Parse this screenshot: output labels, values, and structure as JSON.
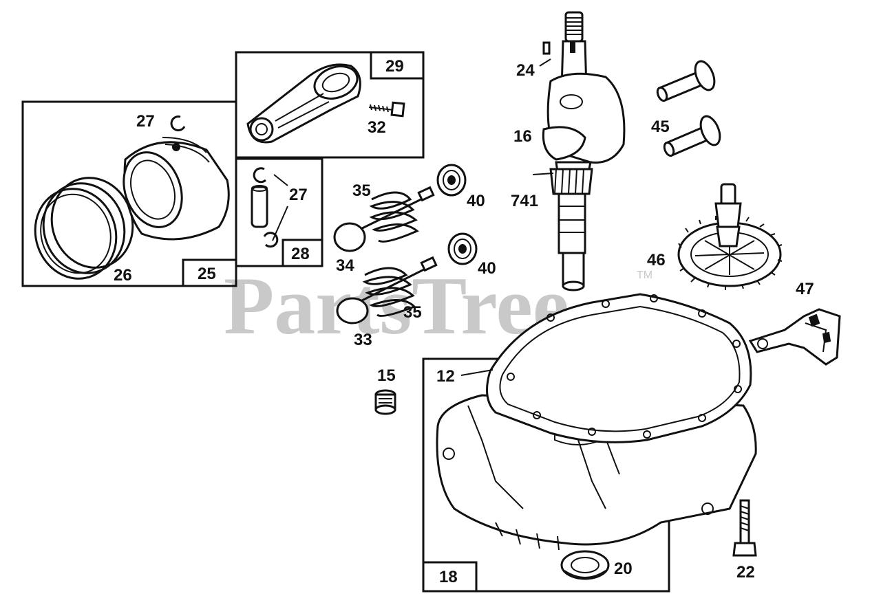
{
  "watermark": {
    "text": "PartsTree",
    "trademark": "TM"
  },
  "boxes": {
    "box_25": "25",
    "box_28": "28",
    "box_29": "29",
    "box_18": "18"
  },
  "callouts": {
    "p27a": "27",
    "p26": "26",
    "p32": "32",
    "p27b": "27",
    "p35a": "35",
    "p40a": "40",
    "p34": "34",
    "p40b": "40",
    "p35b": "35",
    "p33": "33",
    "p24": "24",
    "p16": "16",
    "p741": "741",
    "p45": "45",
    "p46": "46",
    "p47": "47",
    "p15": "15",
    "p12": "12",
    "p20": "20",
    "p22": "22"
  }
}
